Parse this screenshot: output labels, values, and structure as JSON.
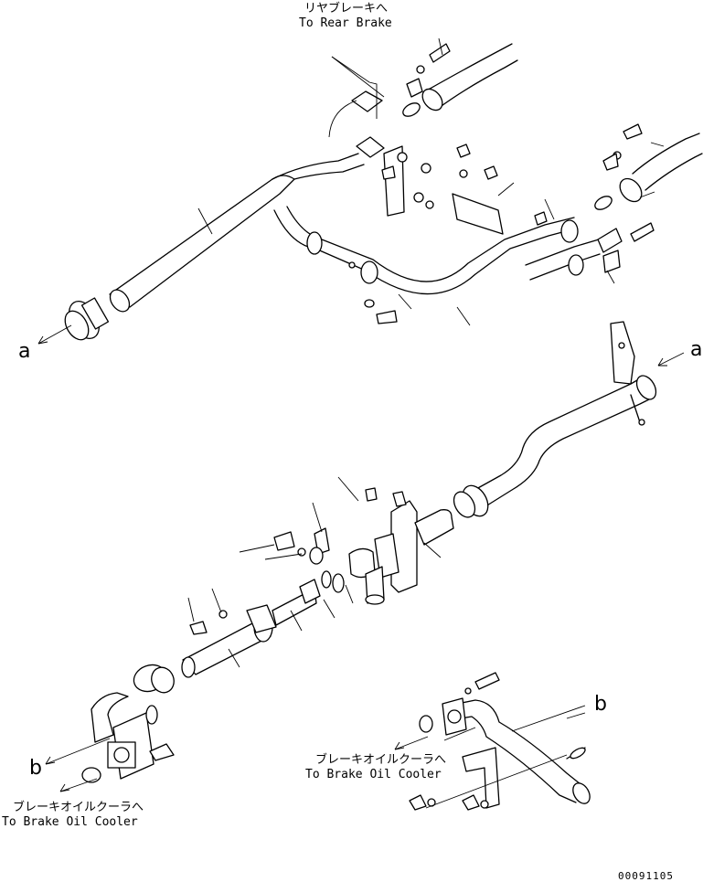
{
  "labels": {
    "rear_brake_jp": "リヤブレーキへ",
    "rear_brake_en": "To Rear Brake",
    "cooler_right_jp": "ブレーキオイルクーラへ",
    "cooler_right_en": "To Brake Oil Cooler",
    "cooler_left_jp": "ブレーキオイルクーラへ",
    "cooler_left_en": "To Brake Oil Cooler"
  },
  "markers": {
    "a_left": "a",
    "a_right": "a",
    "b_left": "b",
    "b_right": "b"
  },
  "drawing_code": "00091105"
}
